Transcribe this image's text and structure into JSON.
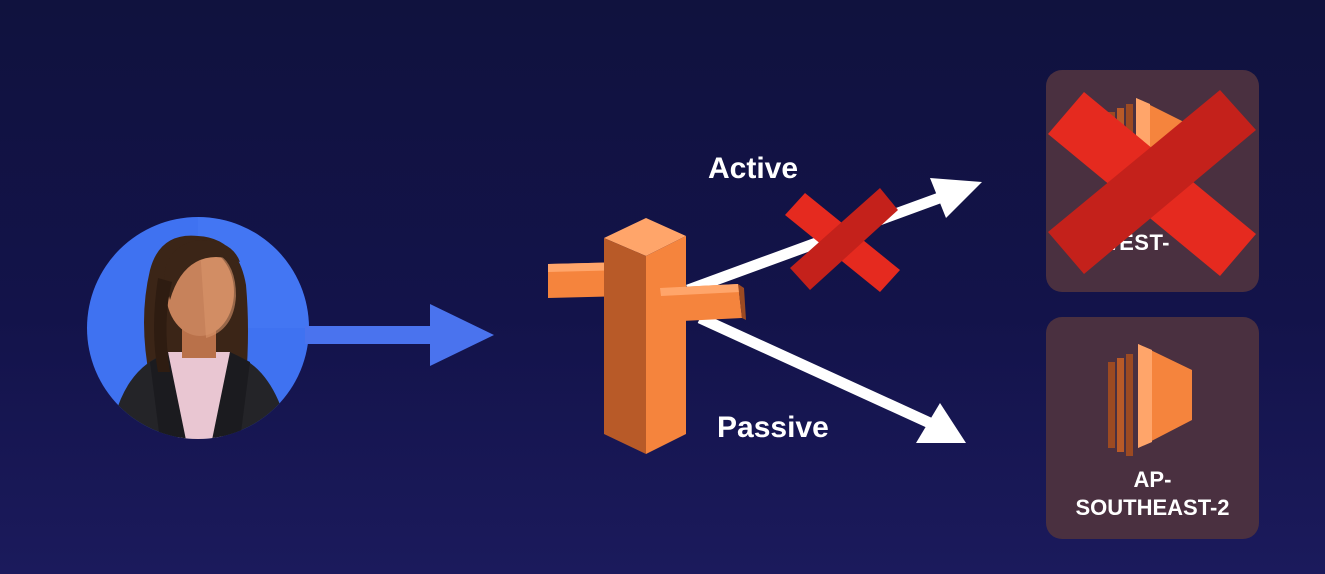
{
  "diagram": {
    "route_labels": {
      "active": "Active",
      "passive": "Passive"
    },
    "regions": {
      "failed_region_visible_text": "-WEST-",
      "healthy_region": "AP-\nSOUTHEAST-2"
    },
    "colors": {
      "background": "#12134a",
      "user_arrow": "#4a73ee",
      "route_arrows": "#ffffff",
      "dns_orange": "#f5843d",
      "dns_dark": "#9c4a22",
      "failure_x": "#e52a1f",
      "region_box": "#4a3040"
    },
    "icons": {
      "user": "user-avatar-icon",
      "dns": "route53-dns-icon",
      "compute": "ec2-instance-icon",
      "failure": "red-x-icon"
    }
  }
}
